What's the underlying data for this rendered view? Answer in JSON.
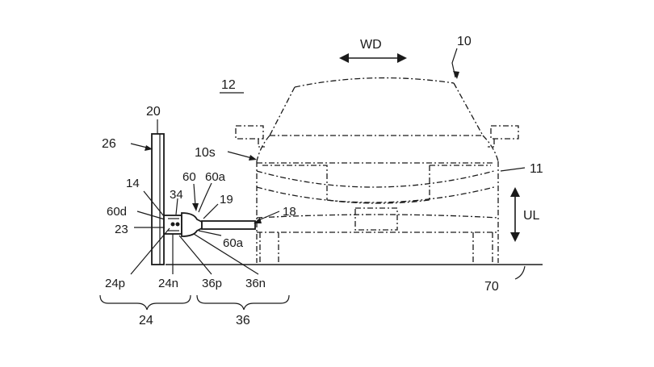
{
  "labels": {
    "wd": "WD",
    "ul": "UL",
    "n10": "10",
    "n12": "12",
    "n20": "20",
    "n26": "26",
    "n10s": "10s",
    "n11": "11",
    "n14": "14",
    "n60": "60",
    "n60a_top": "60a",
    "n34": "34",
    "n19": "19",
    "n60d": "60d",
    "n18": "18",
    "n23": "23",
    "n60a_bottom": "60a",
    "n24p": "24p",
    "n24n": "24n",
    "n36p": "36p",
    "n36n": "36n",
    "n70": "70",
    "n24": "24",
    "n36": "36"
  }
}
